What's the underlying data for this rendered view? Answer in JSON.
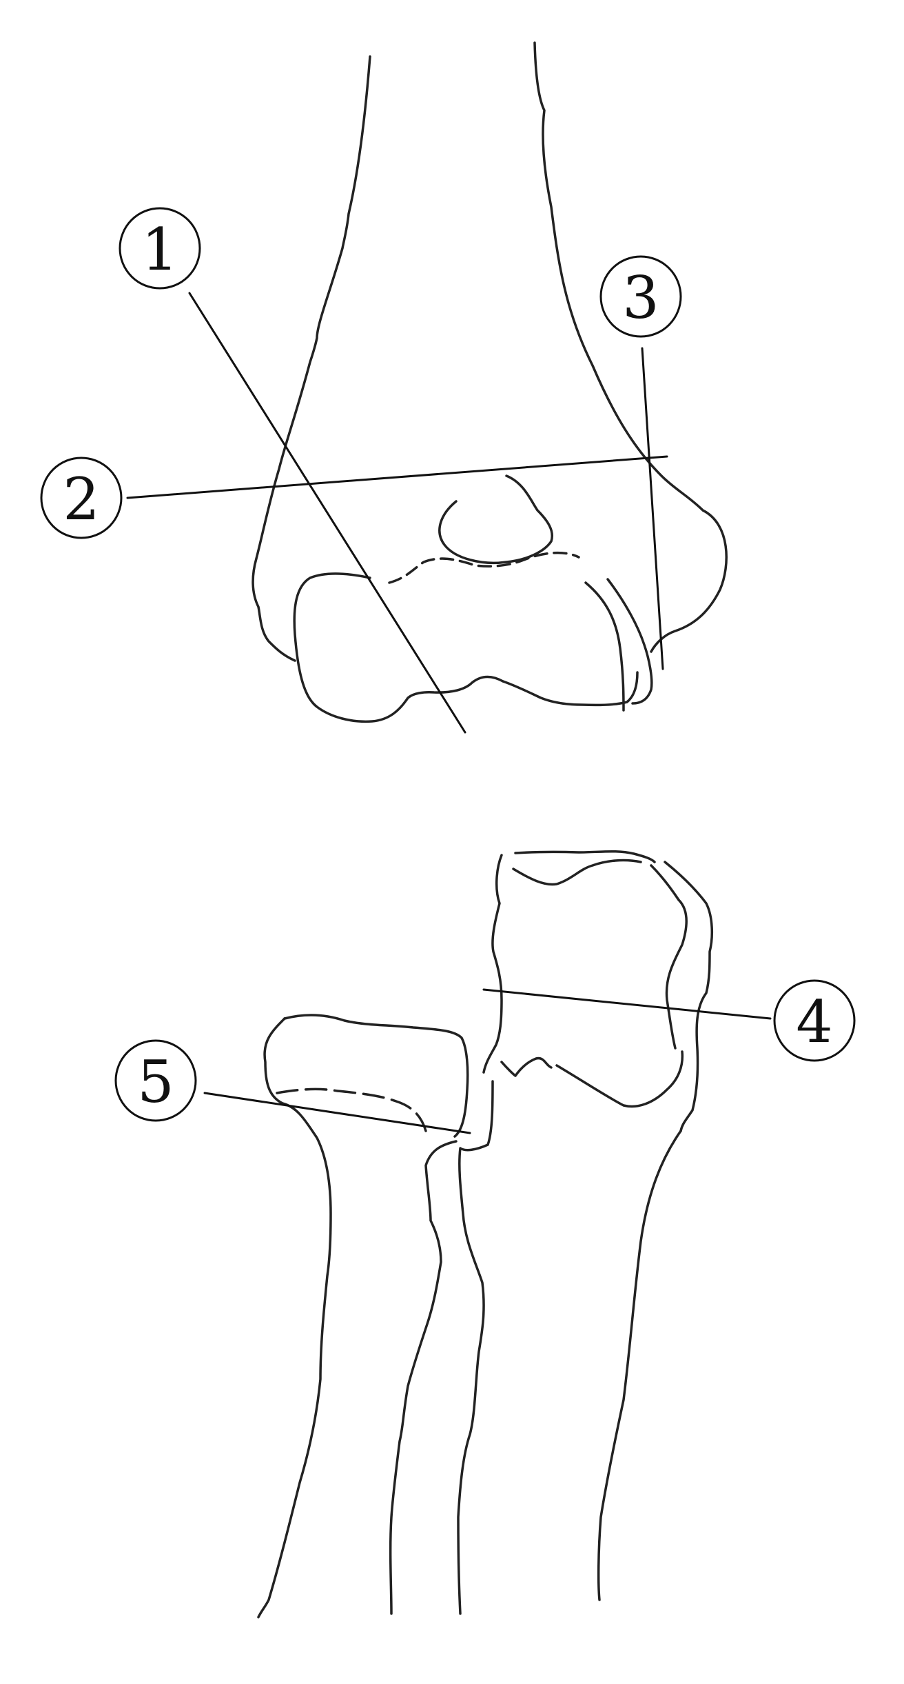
{
  "markers": [
    {
      "id": "1",
      "label": "1"
    },
    {
      "id": "2",
      "label": "2"
    },
    {
      "id": "3",
      "label": "3"
    },
    {
      "id": "4",
      "label": "4"
    },
    {
      "id": "5",
      "label": "5"
    }
  ],
  "colors": {
    "line": "#222222",
    "background": "#ffffff"
  }
}
